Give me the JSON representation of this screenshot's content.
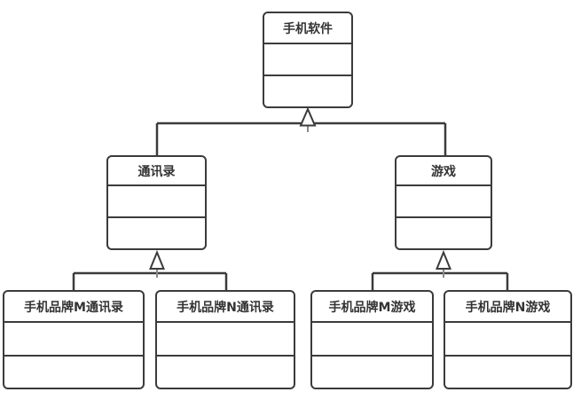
{
  "diagram": {
    "type": "uml-class-diagram",
    "relationship": "generalization",
    "colors": {
      "border": "#3b3b3b",
      "text": "#333333",
      "background": "#ffffff",
      "arrow_fill": "#ffffff",
      "stub": "#8a8a8a"
    },
    "nodes": {
      "root": {
        "label": "手机软件"
      },
      "contacts": {
        "label": "通讯录"
      },
      "games": {
        "label": "游戏"
      },
      "brand_m_contacts": {
        "label": "手机品牌M通讯录"
      },
      "brand_n_contacts": {
        "label": "手机品牌N通讯录"
      },
      "brand_m_games": {
        "label": "手机品牌M游戏"
      },
      "brand_n_games": {
        "label": "手机品牌N游戏"
      }
    },
    "edges": [
      {
        "from": "contacts",
        "to": "root",
        "type": "generalization"
      },
      {
        "from": "games",
        "to": "root",
        "type": "generalization"
      },
      {
        "from": "brand_m_contacts",
        "to": "contacts",
        "type": "generalization"
      },
      {
        "from": "brand_n_contacts",
        "to": "contacts",
        "type": "generalization"
      },
      {
        "from": "brand_m_games",
        "to": "games",
        "type": "generalization"
      },
      {
        "from": "brand_n_games",
        "to": "games",
        "type": "generalization"
      }
    ]
  }
}
